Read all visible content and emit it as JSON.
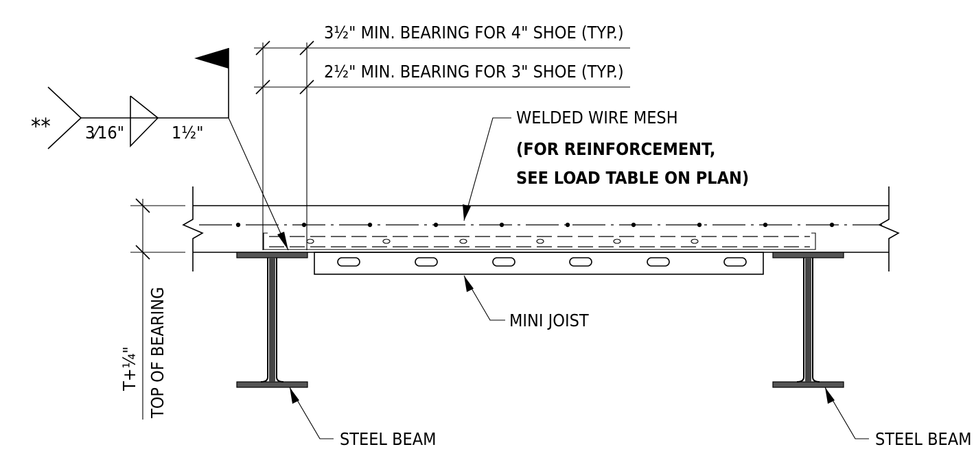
{
  "labels": {
    "bearing_4in": "3½\" MIN. BEARING FOR 4\" SHOE (TYP.)",
    "bearing_3in": "2½\" MIN. BEARING FOR 3\" SHOE (TYP.)",
    "mesh_line1": "WELDED WIRE MESH",
    "mesh_line2": "(FOR REINFORCEMENT,",
    "mesh_line3": "SEE LOAD TABLE ON PLAN)",
    "mini_joist": "MINI JOIST",
    "steel_beam_left": "STEEL BEAM",
    "steel_beam_right": "STEEL BEAM",
    "dim_top": "T+¼\"",
    "dim_bottom": "TOP OF BEARING"
  },
  "weld_symbol": {
    "tail_note": "**",
    "size": "3⁄16\"",
    "length": "1½\""
  }
}
